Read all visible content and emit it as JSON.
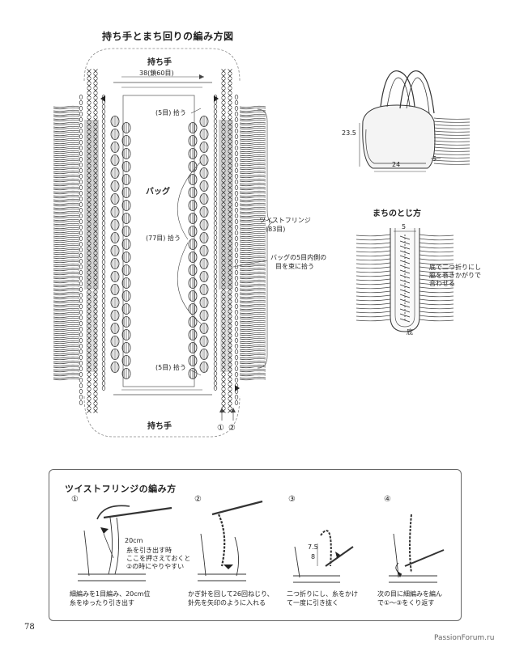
{
  "page": {
    "main_title": "持ち手とまち回りの編み方図",
    "page_number": "78",
    "watermark": "PassionForum.ru"
  },
  "main_diagram": {
    "handle_top": "持ち手",
    "handle_bottom": "持ち手",
    "handle_count": "38(鎖60目)",
    "pick_top": "(5目) 拾う",
    "pick_middle": "(77目) 拾う",
    "pick_bottom": "(5目) 拾う",
    "bag_label": "バッグ",
    "fringe_label": "ツイストフリンジ",
    "fringe_count": "(83目)",
    "pick_note_1": "バッグの5目内側の",
    "pick_note_2": "目を束に拾う",
    "start_marks": [
      "①",
      "②"
    ]
  },
  "bag_sketch": {
    "dim_height": "23.5",
    "dim_width": "24",
    "dim_gusset": "5"
  },
  "gusset_join": {
    "title": "まちのとじ方",
    "dim_top": "5",
    "note_1": "底で二つ折りにし",
    "note_2": "脇を巻きかがりで",
    "note_3": "合わせる",
    "bottom_label": "底"
  },
  "fringe_howto": {
    "title": "ツイストフリンジの編み方",
    "steps": [
      {
        "num": "①",
        "note_1": "20cm",
        "note_2": "糸を引き出す時",
        "note_3": "ここを押さえておくと",
        "note_4": "②の時にやりやすい",
        "caption_1": "細編みを1目編み、20cm位",
        "caption_2": "糸をゆったり引き出す"
      },
      {
        "num": "②",
        "caption_1": "かぎ針を回して26回ねじり、",
        "caption_2": "針先を矢印のように入れる"
      },
      {
        "num": "③",
        "note_1": "7.5",
        "note_2": "8",
        "caption_1": "二つ折りにし、糸をかけ",
        "caption_2": "て一度に引き抜く"
      },
      {
        "num": "④",
        "caption_1": "次の目に細編みを編ん",
        "caption_2": "で①～③をくり返す"
      }
    ]
  }
}
